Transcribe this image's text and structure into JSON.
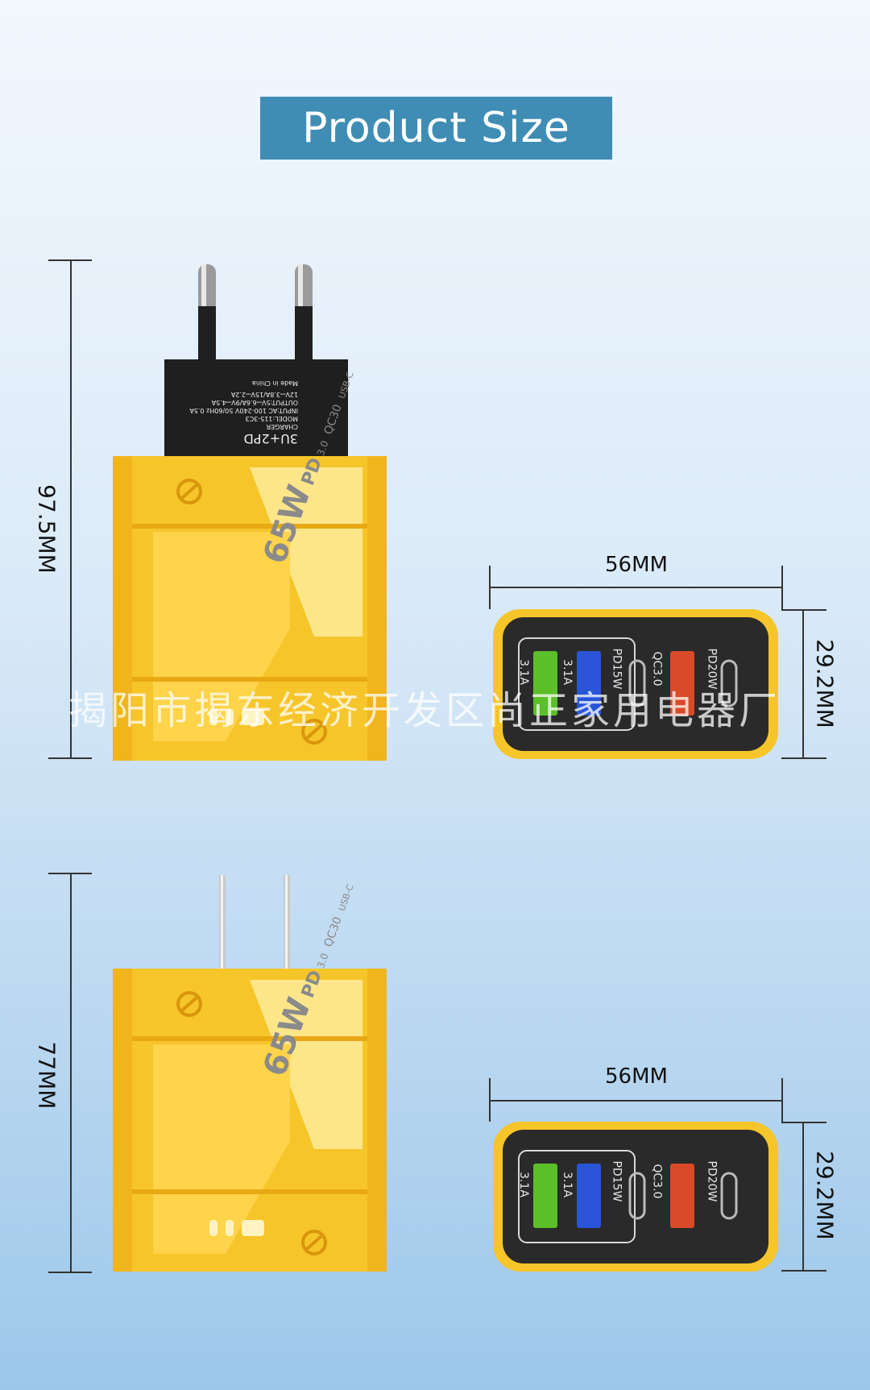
{
  "title": "Product Size",
  "eu_charger": {
    "height_label": "97.5MM",
    "plug_text": [
      "3U+2PD",
      "CHARGER",
      "MODEL:115-3C3",
      "INPUT:AC 100-240V 50/60Hz 0.5A",
      "OUTPUT:5V⎓6.6A/9V⎓4.5A",
      "12V⎓3.8A/15V⎓2.2A",
      "Made in China"
    ],
    "badge": "65W",
    "badge_sub": "QC30",
    "badge_pd": "PD",
    "badge_pd_ver": "3.0",
    "badge_usbc": "USB-C"
  },
  "us_charger": {
    "height_label": "77MM",
    "badge": "65W",
    "badge_sub": "QC30",
    "badge_pd": "PD",
    "badge_pd_ver": "3.0",
    "badge_usbc": "USB-C"
  },
  "front_view_top": {
    "width_label": "56MM",
    "depth_label": "29.2MM",
    "ports": [
      "3.1A",
      "3.1A",
      "PD15W",
      "QC3.0",
      "PD20W"
    ]
  },
  "front_view_bottom": {
    "width_label": "56MM",
    "depth_label": "29.2MM",
    "ports": [
      "3.1A",
      "3.1A",
      "PD15W",
      "QC3.0",
      "PD20W"
    ]
  },
  "watermark": "揭阳市揭东经济开发区尚正家用电器厂",
  "colors": {
    "body": "#f6c52a",
    "plug": "#1f1f1f",
    "face": "#2a2a2a",
    "port_green": "#5bbf2a",
    "port_blue": "#2a55d9",
    "port_orange": "#d94a28",
    "banner": "#3f8db4"
  }
}
